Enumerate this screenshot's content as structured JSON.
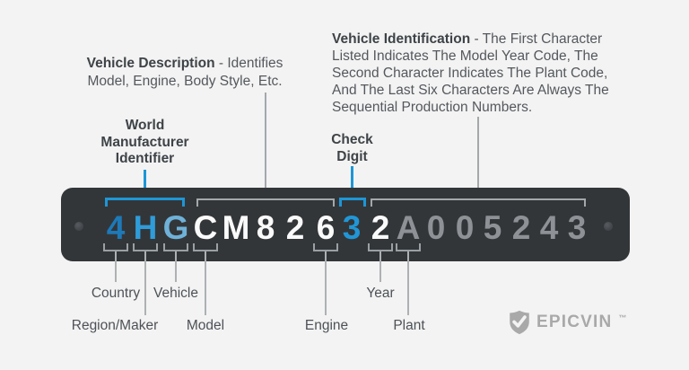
{
  "colors": {
    "background": "#f3f3f3",
    "plate": "#333639",
    "accent_blue": "#1e96d6",
    "connector_gray": "#a4a8ab",
    "heading_text": "#3e4347",
    "body_text": "#54585d",
    "char_white": "#fafafa",
    "char_gray": "#8e9296",
    "logo_gray": "#a9a9a9"
  },
  "callouts": {
    "vehicle_description": {
      "title": "Vehicle Description",
      "line1_rest": " - Identifies",
      "line2": "Model, Engine, Body Style, Etc."
    },
    "world_manufacturer_identifier": {
      "line1": "World",
      "line2": "Manufacturer",
      "line3": "Identifier"
    },
    "check_digit": {
      "line1": "Check",
      "line2": "Digit"
    },
    "vehicle_identification": {
      "title": "Vehicle Identification",
      "line1_rest": " - The First Character",
      "line2": "Listed Indicates The Model Year Code, The",
      "line3": "Second Character Indicates The Plant Code,",
      "line4": "And The Last Six Characters Are Always The",
      "line5": "Sequential Production Numbers."
    }
  },
  "plate": {
    "vin": "4HGCM82632A005243",
    "characters": [
      {
        "char": "4",
        "color": "#1d79b8"
      },
      {
        "char": "H",
        "color": "#2f9cd9"
      },
      {
        "char": "G",
        "color": "#6fb1d8"
      },
      {
        "char": "C",
        "color": "#fafafa"
      },
      {
        "char": "M",
        "color": "#fafafa"
      },
      {
        "char": "8",
        "color": "#fafafa"
      },
      {
        "char": "2",
        "color": "#fafafa"
      },
      {
        "char": "6",
        "color": "#fafafa"
      },
      {
        "char": "3",
        "color": "#2196d6"
      },
      {
        "char": "2",
        "color": "#fafafa"
      },
      {
        "char": "A",
        "color": "#8e9296"
      },
      {
        "char": "0",
        "color": "#8e9296"
      },
      {
        "char": "0",
        "color": "#8e9296"
      },
      {
        "char": "5",
        "color": "#8e9296"
      },
      {
        "char": "2",
        "color": "#8e9296"
      },
      {
        "char": "4",
        "color": "#8e9296"
      },
      {
        "char": "3",
        "color": "#8e9296"
      }
    ]
  },
  "position_labels": {
    "country": "Country",
    "region_maker": "Region/Maker",
    "vehicle": "Vehicle",
    "model": "Model",
    "engine": "Engine",
    "year": "Year",
    "plant": "Plant"
  },
  "logo": {
    "text": "EPICVIN",
    "trademark": "™"
  }
}
